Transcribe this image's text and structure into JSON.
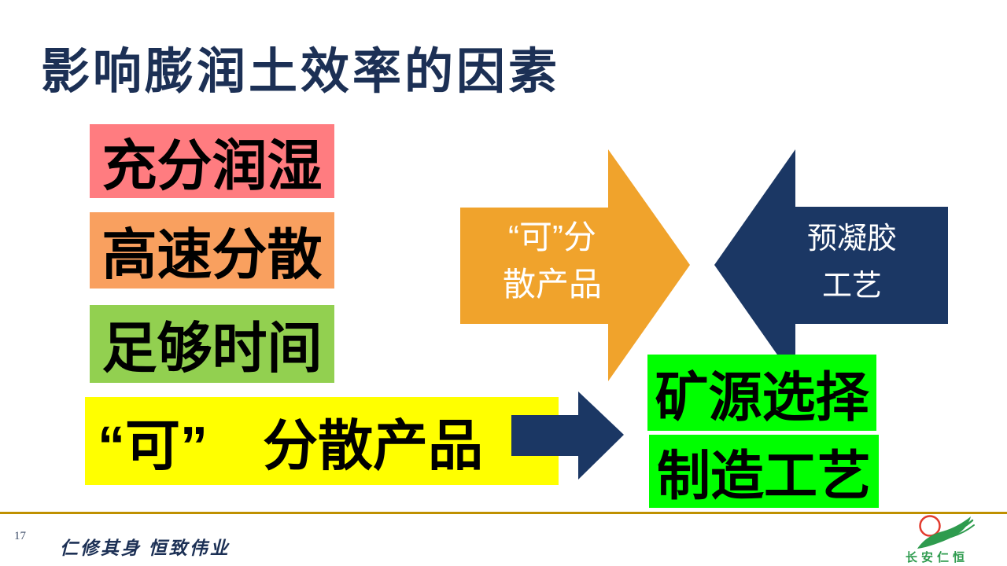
{
  "slide": {
    "title": "影响膨润土效率的因素",
    "page_number": "17",
    "footer_motto": "仁修其身 恒致伟业"
  },
  "factor_boxes": [
    {
      "label": "充分润湿",
      "bg": "#FF7C80"
    },
    {
      "label": "高速分散",
      "bg": "#F9A05F"
    },
    {
      "label": "足够时间",
      "bg": "#92D050"
    },
    {
      "label": "“可”　分散产品",
      "bg": "#FFFF00"
    }
  ],
  "arrows": {
    "dispersible_product": {
      "direction": "right",
      "color": "#F0A32C",
      "line1": "“可”分",
      "line2": "散产品"
    },
    "pregel_process": {
      "direction": "left",
      "color": "#1B3764",
      "line1": "预凝胶",
      "line2": "工艺"
    },
    "connector": {
      "direction": "right",
      "color": "#1B3764"
    }
  },
  "result_boxes": [
    {
      "label": "矿源选择",
      "bg": "#00FF00"
    },
    {
      "label": "制造工艺",
      "bg": "#00FF00"
    }
  ],
  "footer": {
    "divider_color": "#BF9000",
    "logo_text": "长安仁恒",
    "logo_circle_color": "#E23B2E",
    "logo_leaf_color": "#2E9B4E"
  },
  "colors": {
    "background": "#FFFFFF",
    "title_text": "#1C3055",
    "box_text": "#000000",
    "arrow_text": "#FFFFFF"
  }
}
